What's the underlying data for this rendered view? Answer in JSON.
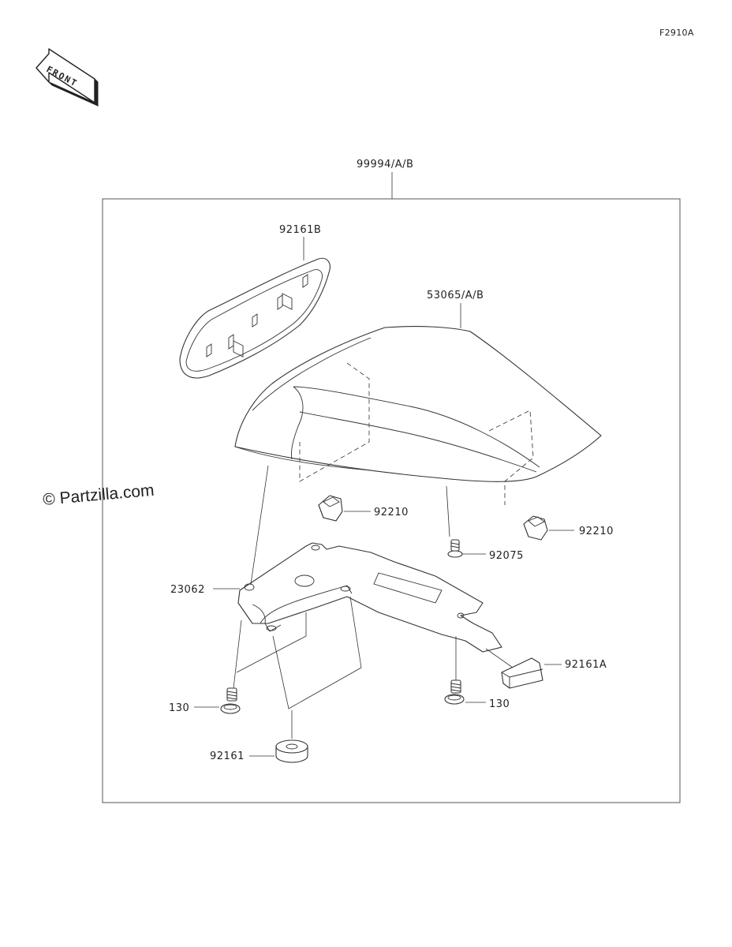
{
  "diagram_code": "F2910A",
  "watermark": "© Partzilla.com",
  "front_arrow_label": "FRONT",
  "assembly_label": "99994/A/B",
  "parts": {
    "seat_cover_part": "53065/A/B",
    "pad_top": "92161B",
    "damper_left": "92210",
    "damper_right": "92210",
    "screw": "92075",
    "bracket": "23062",
    "pad_rear": "92161A",
    "bolt_left": "130",
    "bolt_right": "130",
    "grommet": "92161"
  }
}
